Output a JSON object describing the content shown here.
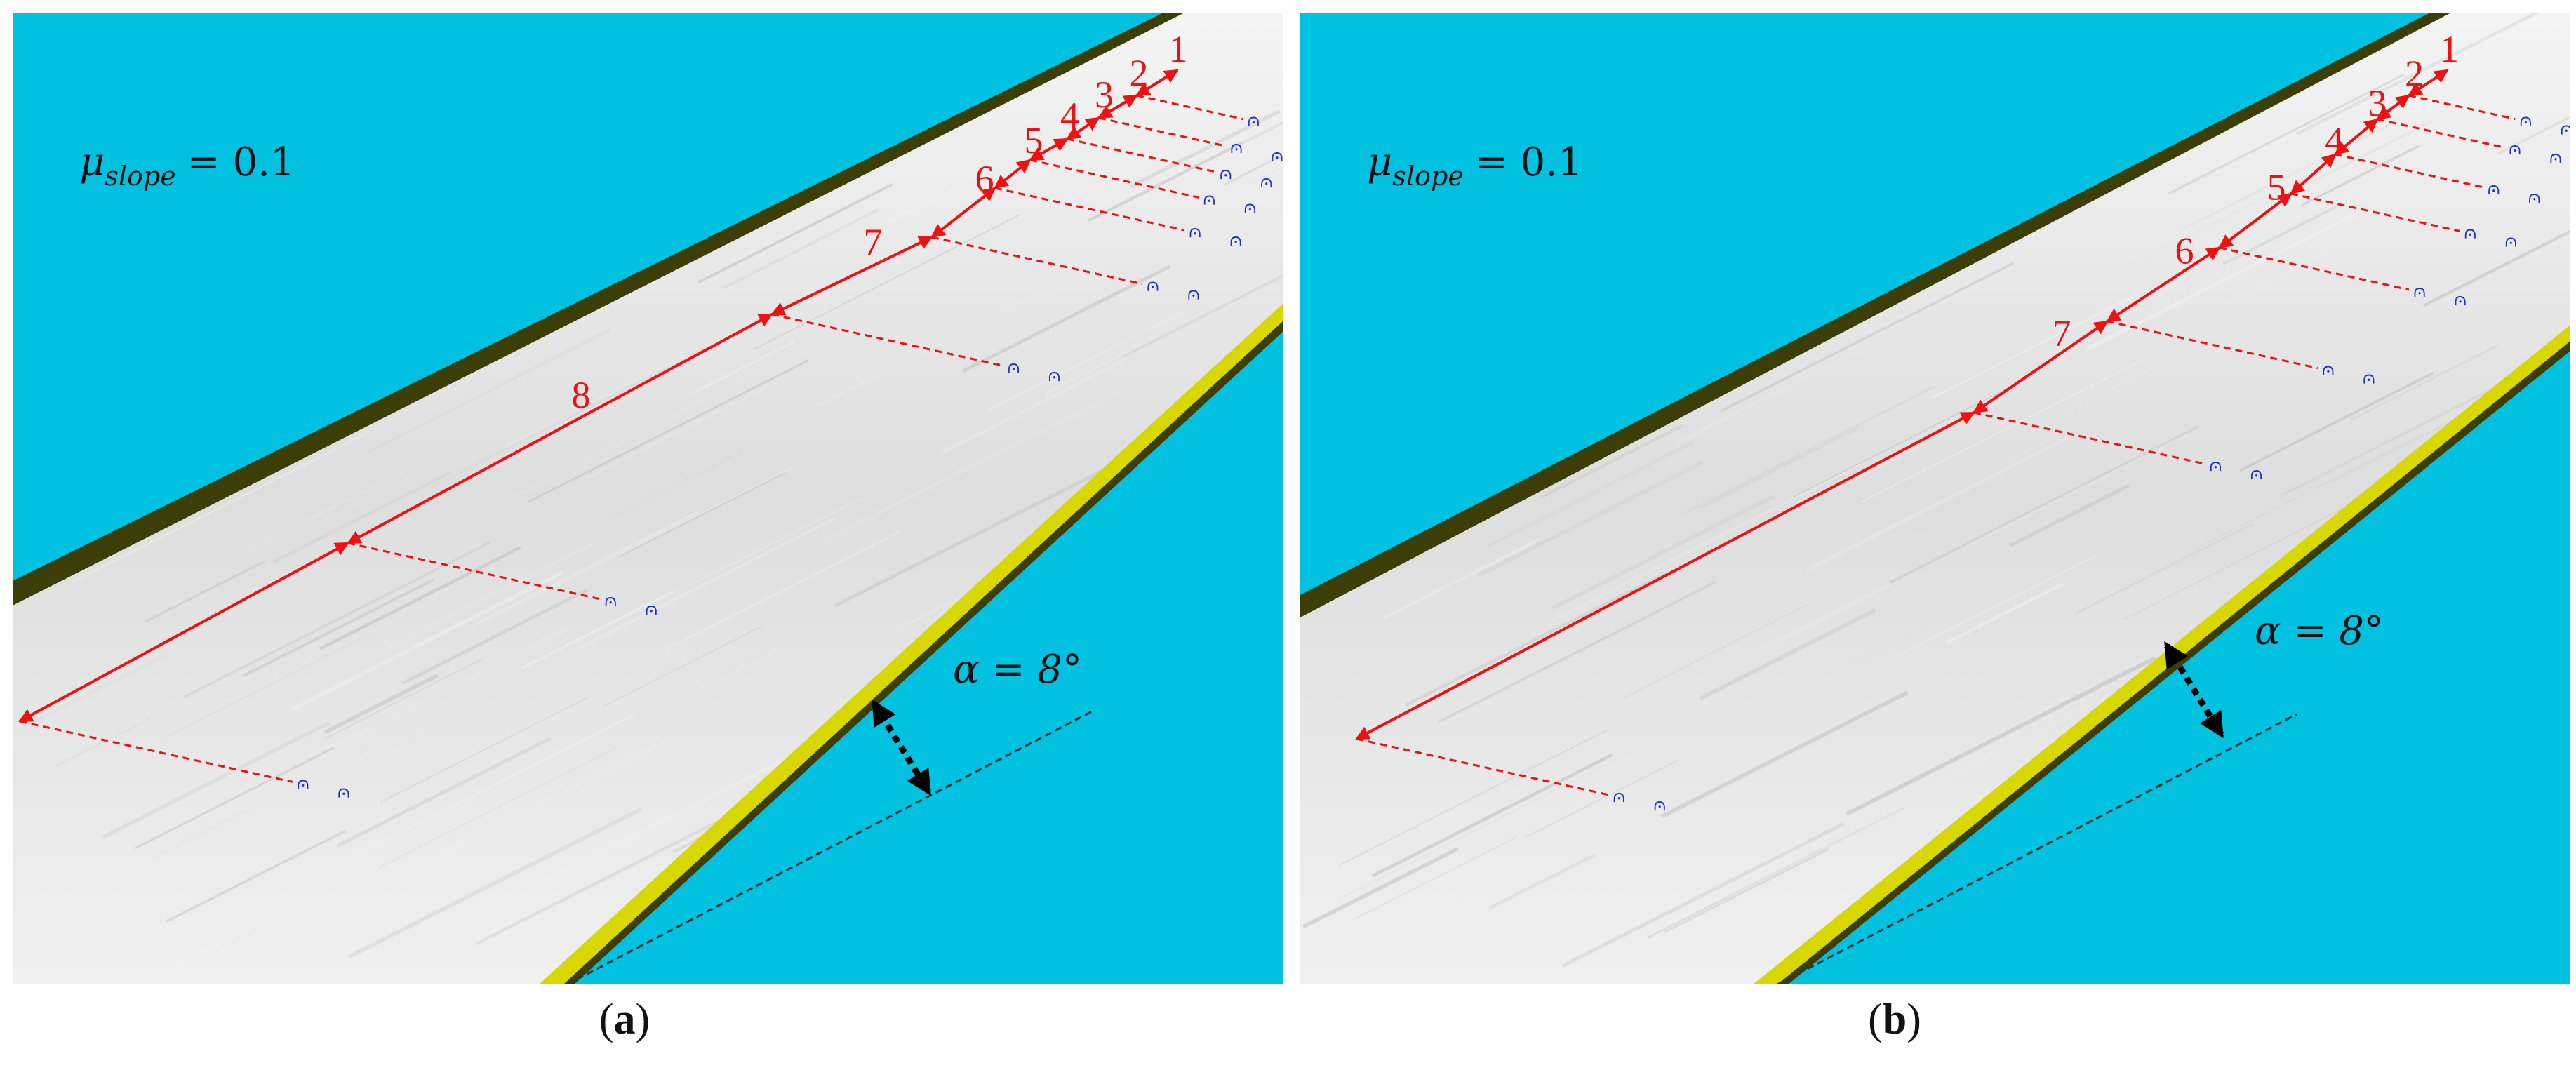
{
  "panels": [
    {
      "caption_letter": "a",
      "mu_text": "= 0.1",
      "alpha_text": "α = 8°",
      "segments": [
        "1",
        "2",
        "3",
        "4",
        "5",
        "6",
        "7",
        "8"
      ]
    },
    {
      "caption_letter": "b",
      "mu_text": "= 0.1",
      "alpha_text": "α = 8°",
      "segments": [
        "1",
        "2",
        "3",
        "4",
        "5",
        "6",
        "7"
      ]
    }
  ],
  "mu_symbol": "μ",
  "mu_subscript": "slope",
  "caption_open": "(",
  "caption_close": ")",
  "colors": {
    "sky": "#00c2e0",
    "road_light": "#eeeeee",
    "road_dark": "#c9c9c9",
    "rail_olive": "#3d3d08",
    "rail_yellow": "#d8d800",
    "trajectory": "#ee1111",
    "marker": "#2233cc"
  }
}
